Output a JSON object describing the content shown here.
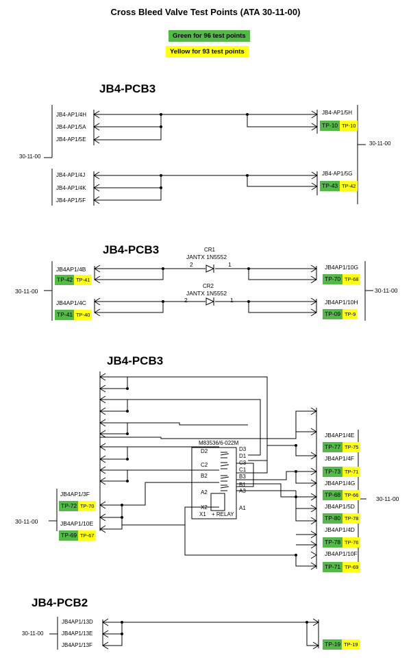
{
  "title": "Cross Bleed Valve Test Points (ATA 30-11-00)",
  "legend": {
    "green": "Green for 96 test points",
    "yellow": "Yellow for 93 test points"
  },
  "colors": {
    "green": "#55b94a",
    "yellow": "#ffff1a"
  },
  "s1": {
    "heading": "JB4-PCB3",
    "ata_left": "30-11-00",
    "ata_right": "30-11-00",
    "left": [
      "JB4-AP1/4H",
      "JB4-AP1/5A",
      "JB4-AP1/5E",
      "JB4-AP1/4J",
      "JB4-AP1/4K",
      "JB4-AP1/5F"
    ],
    "right": [
      "JB4-AP1/5H",
      "JB4-AP1/5G"
    ],
    "tp": [
      {
        "g": "TP-10",
        "y": "TP-10"
      },
      {
        "g": "TP-43",
        "y": "TP-42"
      }
    ]
  },
  "s2": {
    "heading": "JB4-PCB3",
    "ata_left": "30-11-00",
    "ata_right": "30-11-00",
    "left": [
      "JB4AP1/4B",
      "JB4AP1/4C"
    ],
    "left_tp": [
      {
        "g": "TP-42",
        "y": "TP-41"
      },
      {
        "g": "TP-41",
        "y": "TP-40"
      }
    ],
    "right": [
      "JB4AP1/10G",
      "JB4AP1/10H"
    ],
    "right_tp": [
      {
        "g": "TP-70",
        "y": "TP-68"
      },
      {
        "g": "TP-09",
        "y": "TP-9"
      }
    ],
    "diodes": [
      {
        "ref": "CR1",
        "part": "JANTX 1N5552",
        "a": "2",
        "b": "1"
      },
      {
        "ref": "CR2",
        "part": "JANTX 1N5552",
        "a": "2",
        "b": "1"
      }
    ]
  },
  "s3": {
    "heading": "JB4-PCB3",
    "ata_left": "30-11-00",
    "ata_right": "30-11-00",
    "relay_part": "M83536/6-022M",
    "relay_name": "+ RELAY",
    "pins": {
      "d3": "D3",
      "d2": "D2",
      "d1": "D1",
      "c3": "C3",
      "c2": "C2",
      "c1": "C1",
      "b3": "B3",
      "b2": "B2",
      "b1": "B1",
      "a3": "A3",
      "a2": "A2",
      "a1": "A1",
      "x2": "X2",
      "x1": "X1"
    },
    "left": [
      "JB4AP1/3F",
      "JB4AP1/10E"
    ],
    "left_tp": [
      {
        "g": "TP-72",
        "y": "TP-70"
      },
      {
        "g": "TP-69",
        "y": "TP-67"
      }
    ],
    "right": [
      "JB4AP1/4E",
      "JB4AP1/4F",
      "JB4AP1/4G",
      "JB4AP1/5D",
      "JB4AP1/4D",
      "JB4AP1/10F"
    ],
    "right_tp": [
      {
        "g": "TP-77",
        "y": "TP-75"
      },
      {
        "g": "TP-73",
        "y": "TP-71"
      },
      {
        "g": "TP-68",
        "y": "TP-66"
      },
      {
        "g": "TP-80",
        "y": "TP-78"
      },
      {
        "g": "TP-78",
        "y": "TP-76"
      },
      {
        "g": "TP-71",
        "y": "TP-69"
      }
    ]
  },
  "s4": {
    "heading": "JB4-PCB2",
    "ata_left": "30-11-00",
    "left": [
      "JB4AP1/13D",
      "JB4AP1/13E",
      "JB4AP1/13F"
    ],
    "tp": {
      "g": "TP-19",
      "y": "TP-19"
    }
  }
}
